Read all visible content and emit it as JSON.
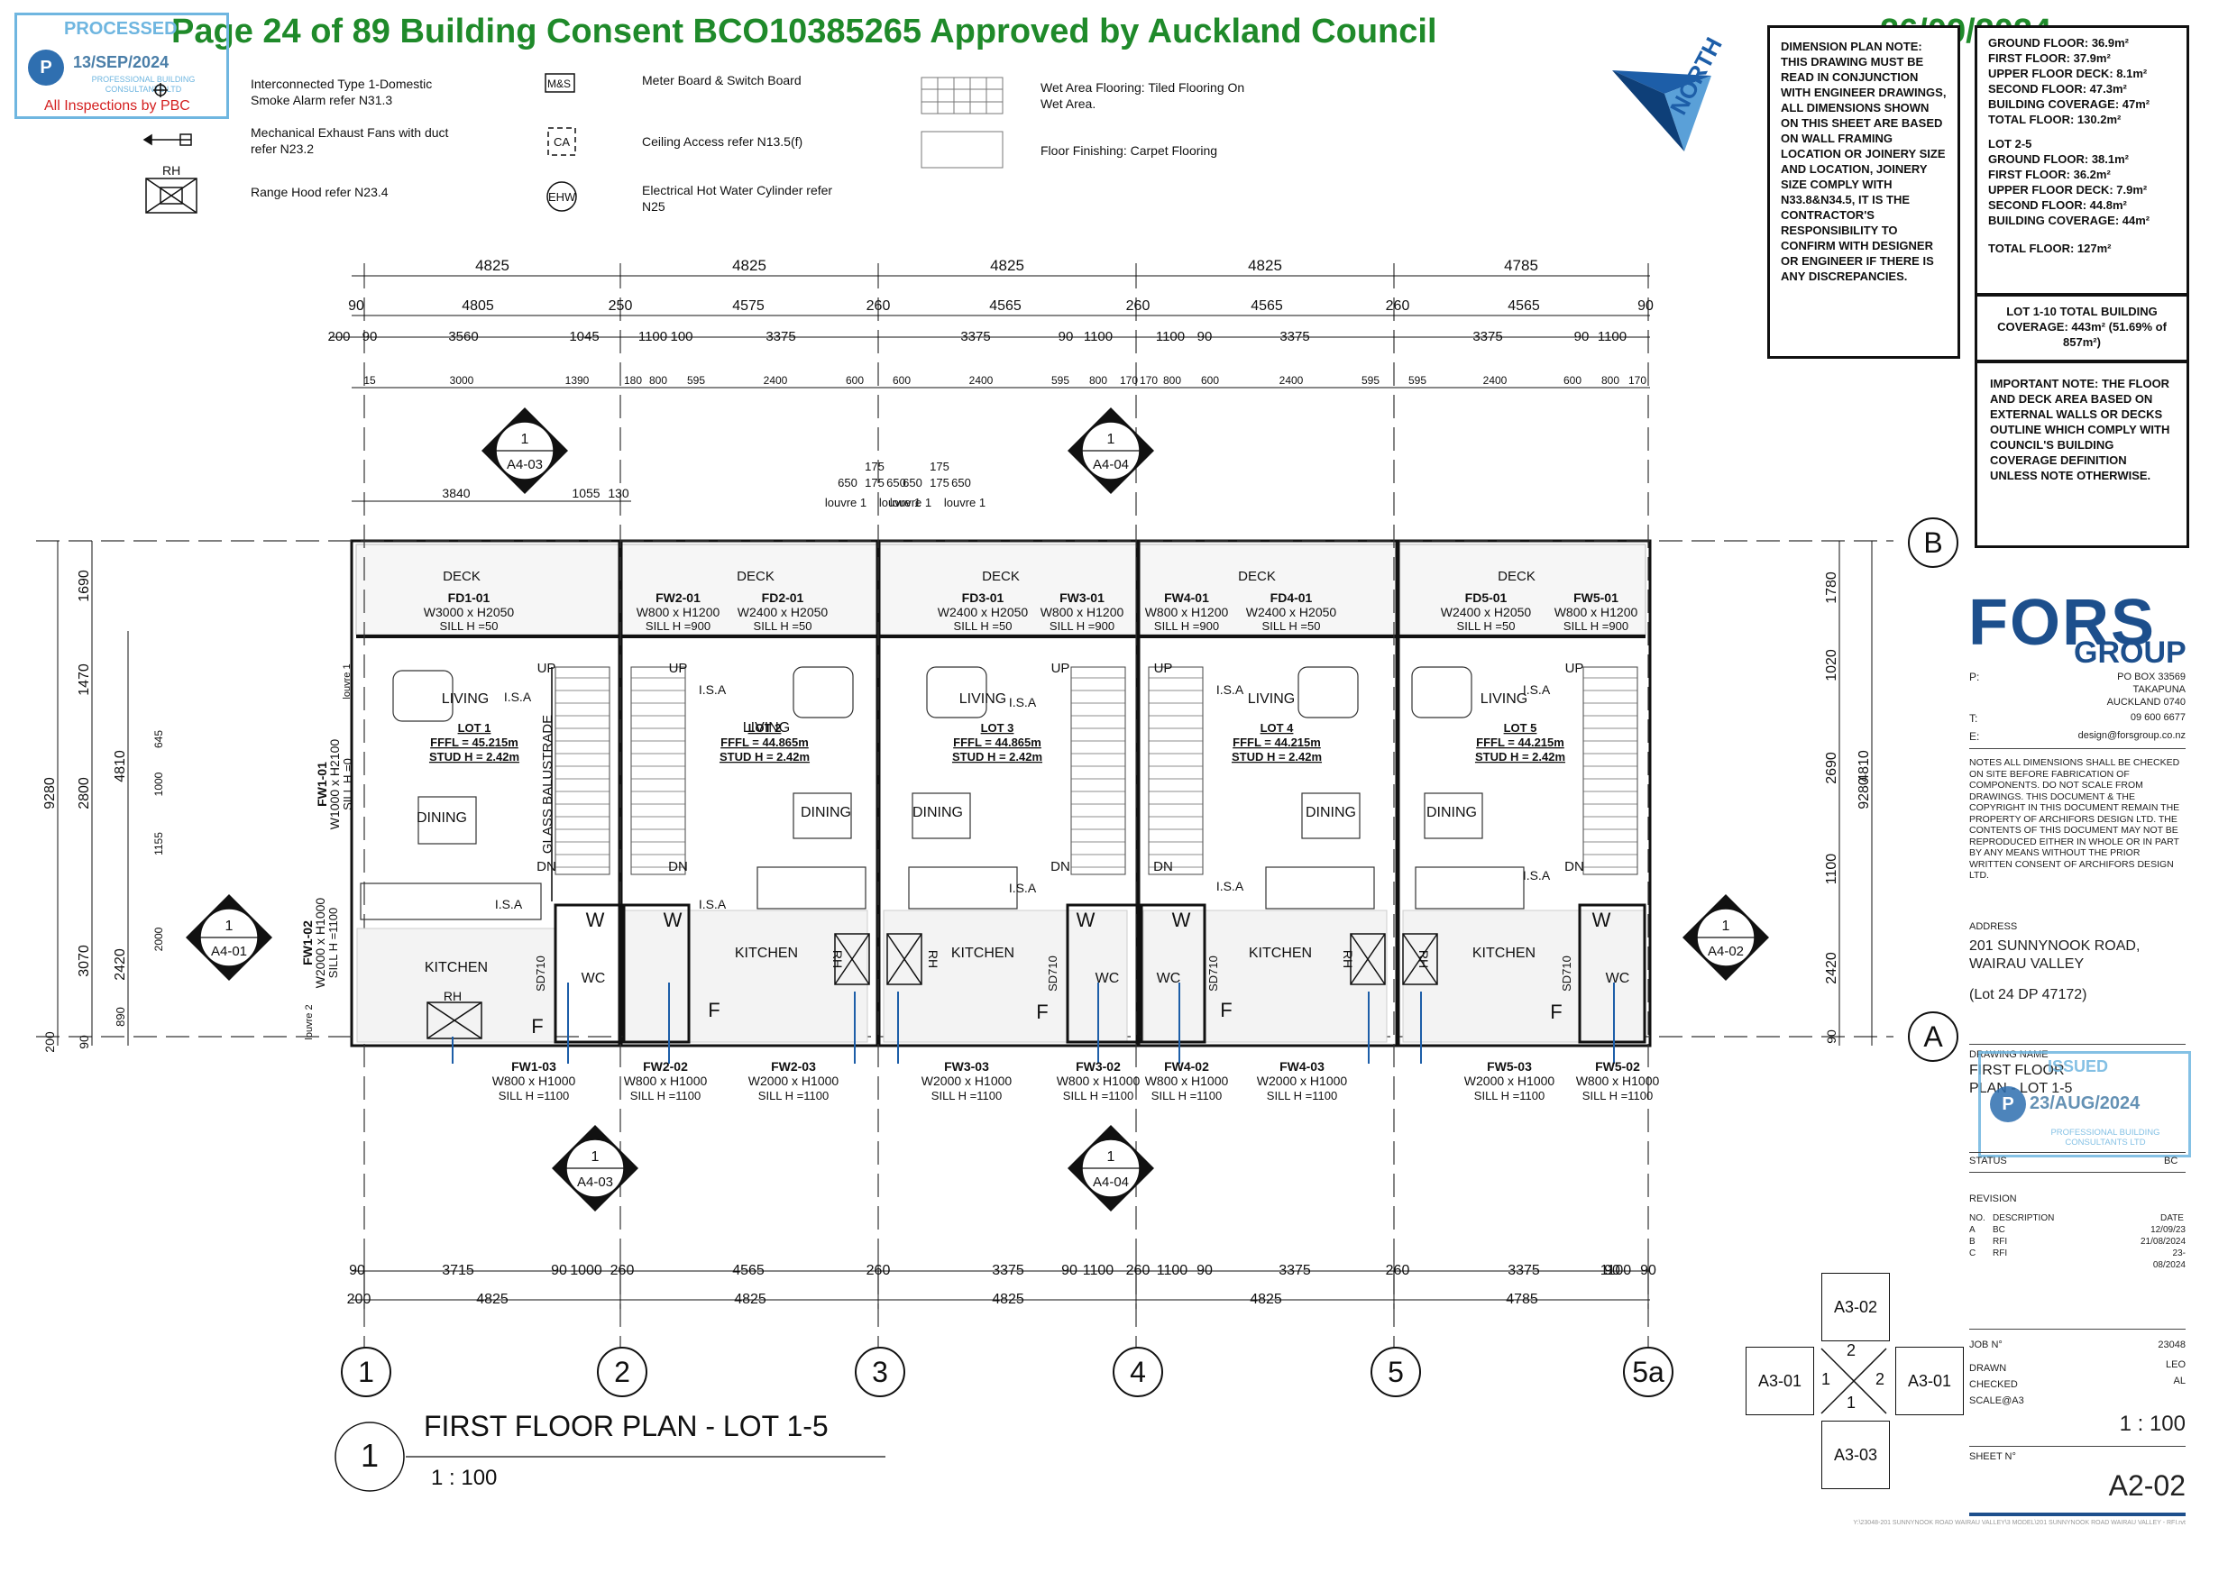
{
  "header": {
    "title": "Page 24 of 89   Building Consent BCO10385265 Approved by Auckland Council",
    "date": "26/09/2024"
  },
  "stamp_left": {
    "processed": "PROCESSED",
    "date": "13/SEP/2024",
    "company": "PROFESSIONAL BUILDING CONSULTANTS LTD",
    "note": "All Inspections by PBC"
  },
  "stamp_right": {
    "status": "ISSUED",
    "date": "23/AUG/2024",
    "company": "PROFESSIONAL BUILDING CONSULTANTS LTD"
  },
  "legend": [
    {
      "symbol": "S.A",
      "text": "Interconnected Type 1-Domestic Smoke Alarm refer N31.3"
    },
    {
      "symbol": "fan",
      "text": "Mechanical Exhaust Fans with duct refer N23.2"
    },
    {
      "symbol": "RH",
      "text": "Range Hood refer N23.4"
    },
    {
      "symbol": "M&S",
      "text": "Meter Board & Switch Board"
    },
    {
      "symbol": "CA",
      "text": "Ceiling Access refer N13.5(f)"
    },
    {
      "symbol": "EHW",
      "text": "Electrical Hot Water Cylinder refer N25"
    },
    {
      "symbol": "tile",
      "text": "Wet Area Flooring: Tiled Flooring On Wet Area."
    },
    {
      "symbol": "carpet",
      "text": "Floor Finishing: Carpet Flooring"
    }
  ],
  "north": "NORTH",
  "dimension_note": "DIMENSION PLAN NOTE: THIS DRAWING MUST BE READ IN CONJUNCTION WITH ENGINEER DRAWINGS, ALL DIMENSIONS SHOWN ON THIS SHEET ARE BASED ON WALL FRAMING LOCATION OR JOINERY SIZE AND LOCATION, JOINERY SIZE COMPLY WITH N33.8&N34.5, IT IS THE CONTRACTOR'S RESPONSIBILITY TO CONFIRM WITH DESIGNER OR ENGINEER IF THERE IS ANY DISCREPANCIES.",
  "areas": {
    "lot1": [
      "GROUND FLOOR: 36.9m²",
      "FIRST FLOOR: 37.9m²",
      "UPPER FLOOR DECK: 8.1m²",
      "SECOND FLOOR: 47.3m²",
      "BUILDING COVERAGE: 47m²",
      "TOTAL FLOOR: 130.2m²"
    ],
    "lot25_title": "LOT 2-5",
    "lot25": [
      "GROUND FLOOR: 38.1m²",
      "FIRST FLOOR: 36.2m²",
      "UPPER FLOOR DECK: 7.9m²",
      "SECOND FLOOR: 44.8m²",
      "BUILDING COVERAGE: 44m²",
      "",
      "TOTAL FLOOR: 127m²"
    ],
    "coverage": "LOT 1-10 TOTAL BUILDING COVERAGE: 443m² (51.69% of 857m²)"
  },
  "important_note": "IMPORTANT NOTE: THE FLOOR AND DECK AREA BASED ON EXTERNAL WALLS OR DECKS OUTLINE WHICH COMPLY WITH COUNCIL'S BUILDING COVERAGE DEFINITION UNLESS NOTE OTHERWISE.",
  "company": {
    "logo": "FORS",
    "group": "GROUP",
    "p_label": "P:",
    "address_lines": [
      "PO BOX 33569",
      "TAKAPUNA",
      "AUCKLAND 0740"
    ],
    "t_label": "T:",
    "phone": "09 600 6677",
    "e_label": "E:",
    "email": "design@forsgroup.co.nz"
  },
  "notes": "NOTES ALL DIMENSIONS SHALL BE CHECKED ON SITE BEFORE FABRICATION OF COMPONENTS. DO NOT SCALE FROM DRAWINGS. THIS DOCUMENT & THE COPYRIGHT IN THIS DOCUMENT REMAIN THE PROPERTY OF ARCHIFORS DESIGN LTD. THE CONTENTS OF THIS DOCUMENT MAY NOT BE REPRODUCED EITHER IN WHOLE OR IN PART BY ANY MEANS WITHOUT THE PRIOR WRITTEN CONSENT OF ARCHIFORS DESIGN LTD.",
  "address": {
    "label": "ADDRESS",
    "line1": "201 SUNNYNOOK ROAD,",
    "line2": "WAIRAU VALLEY",
    "line3": "(Lot 24 DP 47172)"
  },
  "drawing": {
    "name_label": "DRAWING NAME",
    "name": "FIRST FLOOR PLAN - LOT 1-5",
    "status_label": "STATUS",
    "status": "BC",
    "revision_label": "REVISION",
    "rev_headers": [
      "NO.",
      "DESCRIPTION",
      "DATE"
    ],
    "revisions": [
      [
        "A",
        "BC",
        "12/09/23"
      ],
      [
        "B",
        "RFI",
        "21/08/2024"
      ],
      [
        "C",
        "RFI",
        "23-08/2024"
      ]
    ],
    "job_label": "JOB N°",
    "job": "23048",
    "drawn_label": "DRAWN",
    "drawn": "LEO",
    "checked_label": "CHECKED",
    "checked": "AL",
    "scale_label": "SCALE@A3",
    "scale": "1 : 100",
    "sheet_label": "SHEET N°",
    "sheet": "A2-02",
    "footer": "Y:\\23048-201 SUNNYNOOK ROAD WAIRAU VALLEY\\3 MODEL\\201 SUNNYNOOK ROAD WAIRAU VALLEY - RFI.rvt"
  },
  "plan": {
    "title": "FIRST FLOOR PLAN - LOT 1-5",
    "number": "1",
    "scale": "1 : 100",
    "grid_cols": [
      "1",
      "2",
      "3",
      "4",
      "5",
      "5a"
    ],
    "grid_rows": [
      "B",
      "A"
    ],
    "top_dims_1": [
      "4825",
      "4825",
      "4825",
      "4825",
      "4785"
    ],
    "top_dims_2": [
      "90",
      "4805",
      "250",
      "4575",
      "260",
      "4565",
      "260",
      "4565",
      "260",
      "4565",
      "90"
    ],
    "top_dims_3": [
      "200",
      "90",
      "3560",
      "1045",
      "1100",
      "100",
      "3375",
      "3375",
      "90",
      "1100",
      "1100",
      "90",
      "3375",
      "3375",
      "90",
      "1100"
    ],
    "top_dims_4": [
      "15",
      "3000",
      "1390",
      "180",
      "800",
      "595",
      "2400",
      "600",
      "600",
      "2400",
      "595",
      "800",
      "170",
      "170",
      "800",
      "600",
      "2400",
      "595",
      "595",
      "2400",
      "600",
      "800",
      "170"
    ],
    "bottom_dims_1": [
      "90",
      "3715",
      "90",
      "1000",
      "260",
      "4565",
      "260",
      "3375",
      "90",
      "1100",
      "260",
      "1100",
      "90",
      "3375",
      "260",
      "3375",
      "90",
      "1100",
      "90"
    ],
    "bottom_dims_2": [
      "200",
      "4825",
      "4825",
      "4825",
      "4825",
      "4785"
    ],
    "left_dims": [
      "9280",
      "1690",
      "1470",
      "2800",
      "3070",
      "4810",
      "2420",
      "200",
      "90",
      "890",
      "1000",
      "645",
      "1155",
      "2000"
    ],
    "right_dims": [
      "1780",
      "1020",
      "2690",
      "1100",
      "2420",
      "4810",
      "9280",
      "90"
    ],
    "section_marks": [
      {
        "num": "1",
        "ref": "A4-03"
      },
      {
        "num": "1",
        "ref": "A4-04"
      },
      {
        "num": "1",
        "ref": "A4-01"
      },
      {
        "num": "1",
        "ref": "A4-02"
      },
      {
        "num": "1",
        "ref": "A4-03"
      },
      {
        "num": "1",
        "ref": "A4-04"
      }
    ],
    "deck_label": "DECK",
    "lots": [
      {
        "lot": "LOT 1",
        "ffl": "FFFL = 45.215m",
        "stud": "STUD H = 2.42m"
      },
      {
        "lot": "LOT 2",
        "ffl": "FFFL = 44.865m",
        "stud": "STUD H = 2.42m"
      },
      {
        "lot": "LOT 3",
        "ffl": "FFFL = 44.865m",
        "stud": "STUD H = 2.42m"
      },
      {
        "lot": "LOT 4",
        "ffl": "FFFL = 44.215m",
        "stud": "STUD H = 2.42m"
      },
      {
        "lot": "LOT 5",
        "ffl": "FFFL = 44.215m",
        "stud": "STUD H = 2.42m"
      }
    ],
    "rooms": {
      "living": "LIVING",
      "dining": "DINING",
      "kitchen": "KITCHEN",
      "wc": "WC",
      "up": "UP",
      "dn": "DN",
      "isa": "I.S.A",
      "rh": "RH",
      "sd": "SD710",
      "w": "W",
      "f": "F",
      "glass": "GLASS BALUSTRADE"
    },
    "top_windows": [
      {
        "id": "FD1-01",
        "size": "W3000 x H2050",
        "sill": "SILL H =50"
      },
      {
        "id": "FW2-01",
        "size": "W800 x H1200",
        "sill": "SILL H =900"
      },
      {
        "id": "FD2-01",
        "size": "W2400 x H2050",
        "sill": "SILL H =50"
      },
      {
        "id": "FD3-01",
        "size": "W2400 x H2050",
        "sill": "SILL H =50"
      },
      {
        "id": "FW3-01",
        "size": "W800 x H1200",
        "sill": "SILL H =900"
      },
      {
        "id": "FW4-01",
        "size": "W800 x H1200",
        "sill": "SILL H =900"
      },
      {
        "id": "FD4-01",
        "size": "W2400 x H2050",
        "sill": "SILL H =50"
      },
      {
        "id": "FD5-01",
        "size": "W2400 x H2050",
        "sill": "SILL H =50"
      },
      {
        "id": "FW5-01",
        "size": "W800 x H1200",
        "sill": "SILL H =900"
      }
    ],
    "bottom_windows": [
      {
        "id": "FW1-03",
        "size": "W800 x H1000",
        "sill": "SILL H =1100"
      },
      {
        "id": "FW2-02",
        "size": "W800 x H1000",
        "sill": "SILL H =1100"
      },
      {
        "id": "FW2-03",
        "size": "W2000 x H1000",
        "sill": "SILL H =1100"
      },
      {
        "id": "FW3-03",
        "size": "W2000 x H1000",
        "sill": "SILL H =1100"
      },
      {
        "id": "FW3-02",
        "size": "W800 x H1000",
        "sill": "SILL H =1100"
      },
      {
        "id": "FW4-02",
        "size": "W800 x H1000",
        "sill": "SILL H =1100"
      },
      {
        "id": "FW4-03",
        "size": "W2000 x H1000",
        "sill": "SILL H =1100"
      },
      {
        "id": "FW5-03",
        "size": "W2000 x H1000",
        "sill": "SILL H =1100"
      },
      {
        "id": "FW5-02",
        "size": "W800 x H1000",
        "sill": "SILL H =1100"
      }
    ],
    "side_windows": [
      {
        "id": "FW1-01",
        "size": "W1000 x H2100",
        "sill": "SILL H =0"
      },
      {
        "id": "FW1-02",
        "size": "W2000 x H1000",
        "sill": "SILL H =1100"
      }
    ],
    "louvre": [
      "louvre 1",
      "louvre 2"
    ],
    "louvre_dims": [
      "175",
      "650",
      "175",
      "650"
    ],
    "deck_dims": [
      "3840",
      "1055",
      "130"
    ]
  },
  "key_plan": {
    "refs": [
      "A3-02",
      "A3-01",
      "A3-01",
      "A3-03"
    ],
    "nums": [
      "2",
      "1",
      "2",
      "1"
    ]
  }
}
